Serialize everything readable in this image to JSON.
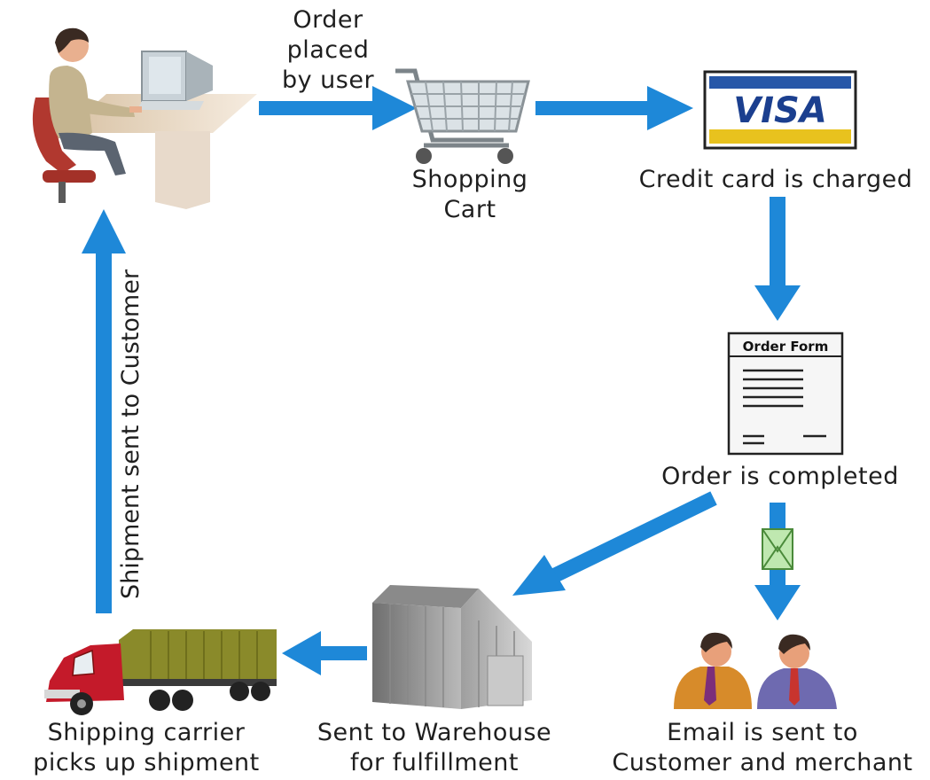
{
  "labels": {
    "order_placed": [
      "Order",
      "placed",
      "by user"
    ],
    "shopping_cart": [
      "Shopping",
      "Cart"
    ],
    "credit_card": "Credit card is charged",
    "order_completed": "Order is completed",
    "email_sent": [
      "Email is sent to",
      "Customer and merchant"
    ],
    "warehouse": [
      "Sent to Warehouse",
      "for fulfillment"
    ],
    "carrier": [
      "Shipping carrier",
      "picks up shipment"
    ],
    "shipment_to_customer": "Shipment sent to Customer"
  },
  "card_text": "VISA",
  "order_form_title": "Order Form",
  "colors": {
    "arrow": "#1e88d8",
    "visa_blue": "#1b3f8f",
    "visa_gold": "#e8c21e",
    "container": "#8a8a2a",
    "truck_cab": "#c41a2a",
    "envelope": "#bfe8b0"
  },
  "icons": [
    "user-at-computer-icon",
    "shopping-cart-icon",
    "visa-card-icon",
    "order-form-icon",
    "envelope-icon",
    "customer-merchant-icon",
    "warehouse-icon",
    "truck-icon"
  ]
}
